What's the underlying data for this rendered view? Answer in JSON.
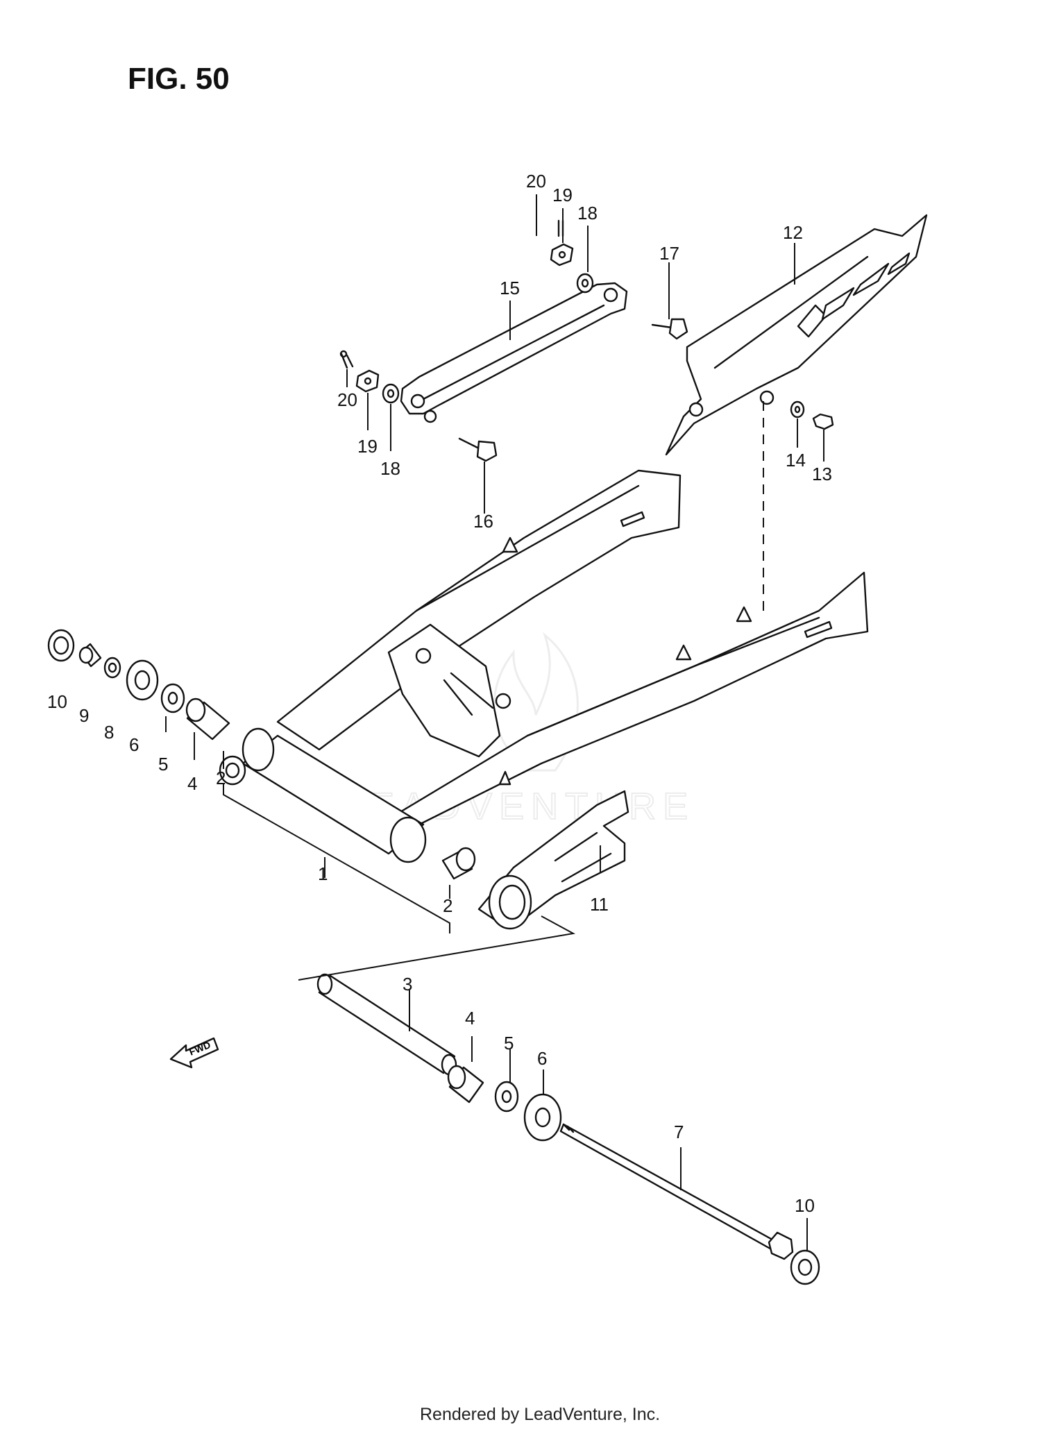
{
  "figure": {
    "title": "FIG. 50",
    "watermark": "LEADVENTURE",
    "credit": "Rendered by LeadVenture, Inc.",
    "fwd_label": "FWD"
  },
  "callouts": [
    {
      "id": "c1",
      "label": "1"
    },
    {
      "id": "c2a",
      "label": "2"
    },
    {
      "id": "c2b",
      "label": "2"
    },
    {
      "id": "c3",
      "label": "3"
    },
    {
      "id": "c4a",
      "label": "4"
    },
    {
      "id": "c4b",
      "label": "4"
    },
    {
      "id": "c5a",
      "label": "5"
    },
    {
      "id": "c5b",
      "label": "5"
    },
    {
      "id": "c6a",
      "label": "6"
    },
    {
      "id": "c6b",
      "label": "6"
    },
    {
      "id": "c7",
      "label": "7"
    },
    {
      "id": "c8",
      "label": "8"
    },
    {
      "id": "c9",
      "label": "9"
    },
    {
      "id": "c10a",
      "label": "10"
    },
    {
      "id": "c10b",
      "label": "10"
    },
    {
      "id": "c11",
      "label": "11"
    },
    {
      "id": "c12",
      "label": "12"
    },
    {
      "id": "c13",
      "label": "13"
    },
    {
      "id": "c14",
      "label": "14"
    },
    {
      "id": "c15",
      "label": "15"
    },
    {
      "id": "c16",
      "label": "16"
    },
    {
      "id": "c17",
      "label": "17"
    },
    {
      "id": "c18a",
      "label": "18"
    },
    {
      "id": "c18b",
      "label": "18"
    },
    {
      "id": "c19a",
      "label": "19"
    },
    {
      "id": "c19b",
      "label": "19"
    },
    {
      "id": "c20a",
      "label": "20"
    },
    {
      "id": "c20b",
      "label": "20"
    }
  ]
}
